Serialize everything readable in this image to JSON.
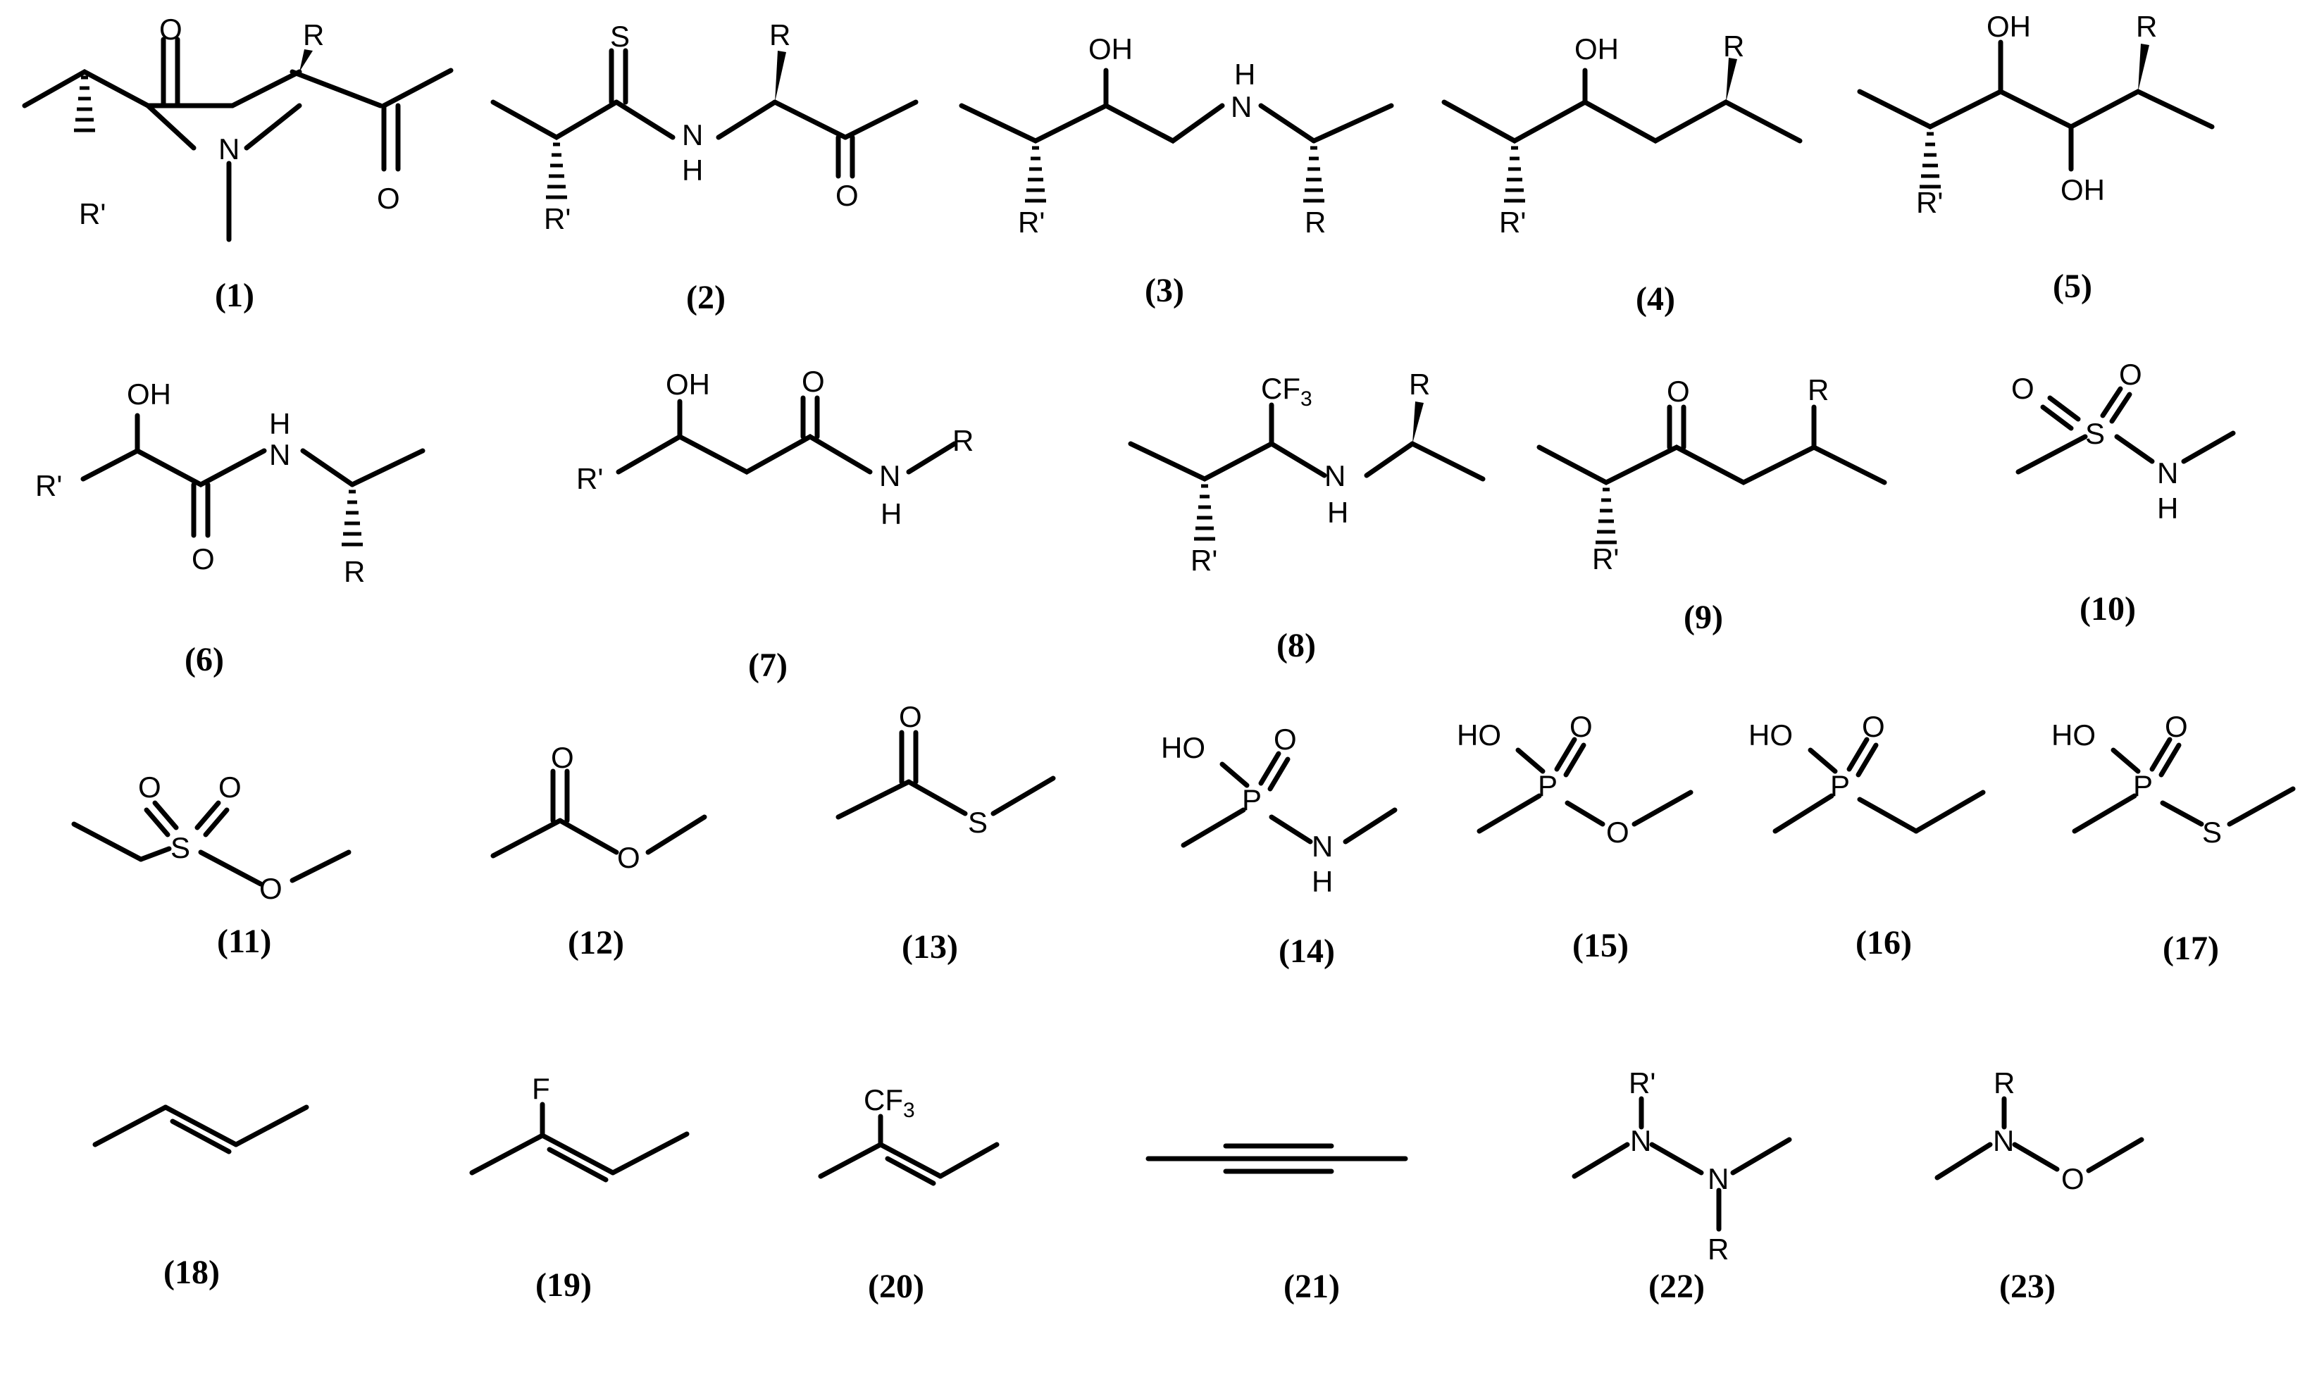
{
  "labels": {
    "s1": "(1)",
    "s2": "(2)",
    "s3": "(3)",
    "s4": "(4)",
    "s5": "(5)",
    "s6": "(6)",
    "s7": "(7)",
    "s8": "(8)",
    "s9": "(9)",
    "s10": "(10)",
    "s11": "(11)",
    "s12": "(12)",
    "s13": "(13)",
    "s14": "(14)",
    "s15": "(15)",
    "s16": "(16)",
    "s17": "(17)",
    "s18": "(18)",
    "s19": "(19)",
    "s20": "(20)",
    "s21": "(21)",
    "s22": "(22)",
    "s23": "(23)"
  },
  "atoms": {
    "O": "O",
    "S": "S",
    "N": "N",
    "H": "H",
    "NH": "NH",
    "OH": "OH",
    "HO": "HO",
    "P": "P",
    "F": "F",
    "CF": "CF",
    "sub3": "3",
    "R": "R",
    "Rp": "R'"
  }
}
